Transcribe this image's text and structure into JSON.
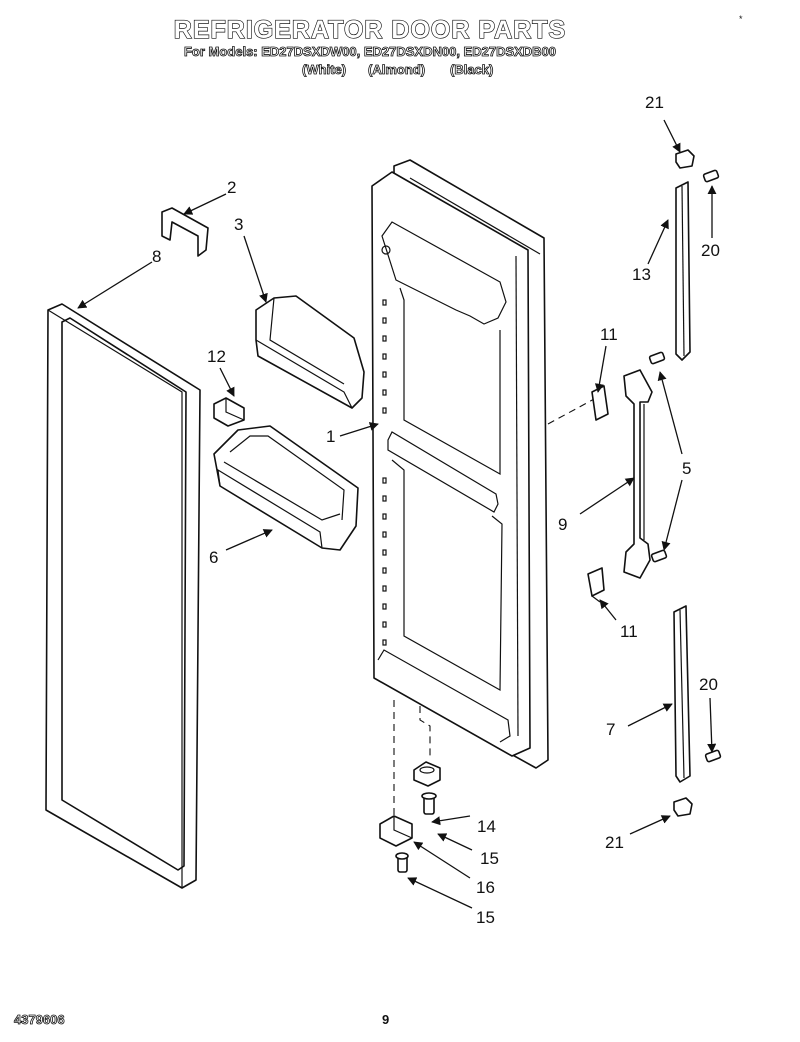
{
  "header": {
    "title": "REFRIGERATOR DOOR PARTS",
    "models": "For Models: ED27DSXDW00, ED27DSXDN00, ED27DSXDB00",
    "colors": [
      "(White)",
      "(Almond)",
      "(Black)"
    ],
    "corner_mark": "*"
  },
  "footer": {
    "doc_number": "4379606",
    "page_number": "9"
  },
  "callouts": {
    "c1": "1",
    "c2": "2",
    "c3": "3",
    "c5": "5",
    "c6": "6",
    "c7": "7",
    "c8": "8",
    "c9": "9",
    "c11a": "11",
    "c11b": "11",
    "c12": "12",
    "c13": "13",
    "c14": "14",
    "c15a": "15",
    "c15b": "15",
    "c16": "16",
    "c20a": "20",
    "c20b": "20",
    "c21a": "21",
    "c21b": "21"
  }
}
